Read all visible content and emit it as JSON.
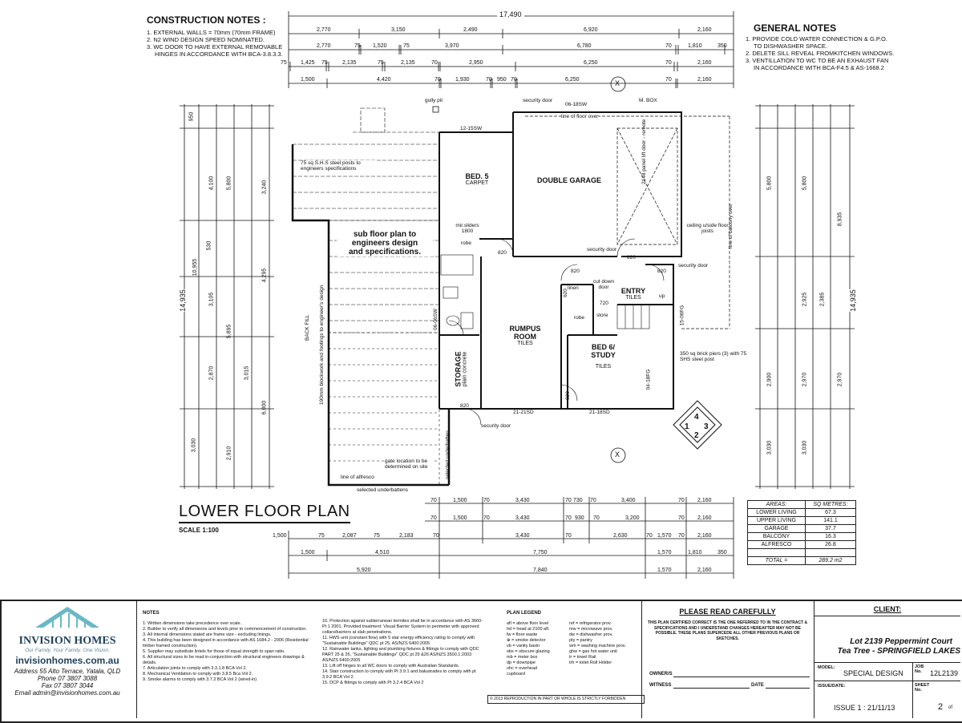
{
  "construction_notes": {
    "title": "CONSTRUCTION NOTES :",
    "items": [
      "1. EXTERNAL WALLS = 70mm (70mm FRAME)",
      "2. N2 WIND DESIGN SPEED NOMINATED.",
      "3. WC DOOR TO HAVE EXTERNAL REMOVABLE",
      "HINGES IN ACCORDANCE WITH BCA-3.8.3.3."
    ]
  },
  "general_notes": {
    "title": "GENERAL NOTES",
    "items": [
      "1. PROVIDE COLD WATER CONNECTION & G.P.O.",
      "TO DISHWASHER SPACE.",
      "2. DELETE SILL REVEAL FROMKITCHEN WINDOWS.",
      "3. VENTILLATION TO WC TO BE AN EXHAUST FAN",
      "IN ACCORDANCE WITH BCA-F4.5 & AS-1668.2"
    ]
  },
  "top_dims": {
    "overall": "17,490",
    "row1": [
      "2,770",
      "3,150",
      "2,490",
      "6,920",
      "2,160"
    ],
    "row2": [
      "2,770",
      "75",
      "1,520",
      "75",
      "3,970",
      "6,780",
      "70",
      "1,810",
      "350"
    ],
    "row3": [
      "75",
      "1,425",
      "75",
      "2,135",
      "75",
      "2,135",
      "70",
      "2,950",
      "6,250",
      "70",
      "2,160"
    ],
    "row4": [
      "1,500",
      "4,420",
      "70",
      "1,930",
      "70",
      "950",
      "70",
      "6,250",
      "70",
      "2,160"
    ]
  },
  "side_dims": {
    "overall": "14,935",
    "left_a": [
      "950",
      "4,100",
      "10,955",
      "3,105",
      "5,895",
      "2,870",
      "3,030"
    ],
    "left_b": [
      "5,800",
      "3,240",
      "4,295",
      "3,015",
      "6,000",
      "2,910",
      "530"
    ],
    "right_a": [
      "5,800",
      "2,925",
      "2,970",
      "3,030",
      "8,935"
    ],
    "right_b": [
      "5,800",
      "2,385",
      "2,900",
      "3,030",
      "2,970"
    ]
  },
  "rooms": {
    "bed5": {
      "name": "BED. 5",
      "finish": "CARPET"
    },
    "garage": {
      "name": "DOUBLE GARAGE"
    },
    "rumpus": {
      "name": "RUMPUS",
      "name2": "ROOM",
      "finish": "TILES"
    },
    "bed6": {
      "name": "BED 6/",
      "name2": "STUDY",
      "finish": "TILES"
    },
    "entry": {
      "name": "ENTRY",
      "finish": "TILES"
    },
    "storage": {
      "name": "STORAGE",
      "finish": "plain concrete"
    },
    "subfloor": [
      "sub floor plan to",
      "engineers design",
      "and specifications."
    ]
  },
  "labels": {
    "gully_pit": "gully pit",
    "security_door": "security door",
    "m_box": "M. BOX",
    "window_06_18sw": "06-18SW",
    "window_12_15sw": "12-15SW",
    "line_floor_over": "line of floor over",
    "steel_posts": "75 sq S.H.S steel posts to engineers specifications",
    "mir_sliders": "mir.sliders 1800",
    "robe": "robe",
    "d820": "820",
    "d720": "720",
    "d620": "620",
    "cut_down_door": "cut down door",
    "linen": "linen",
    "store": "store",
    "up": "up",
    "panel_lift": "2148 panel lift door - remote",
    "ceiling_floor_joists": "ceiling u/side floor joists",
    "line_balcony": "line of balcony over",
    "brick_piers": "350 sq brick piers (3) with 75 SHS steel post",
    "back_fill": "BACK FILL",
    "blockwork": "190mm blockwork and footings to engineer's design",
    "gate": "gate location to be determined on site",
    "line_alfresco": "line of alfresco",
    "selected_underbatten": "selected underbatten",
    "selected_underbattens": "selected underbattens",
    "w21_21sd": "21-21SD",
    "w21_18sd": "21-18SD",
    "w04_18fg": "04-18FG",
    "w15_06fg": "15-06FG",
    "w06_06sw": "06-06SW",
    "compass": [
      "4",
      "1",
      "3",
      "2"
    ],
    "x_mark": "X"
  },
  "plan_title": {
    "title": "LOWER FLOOR PLAN",
    "scale": "SCALE 1:100"
  },
  "bottom_dims": {
    "row1": [
      "70",
      "1,500",
      "70",
      "3,430",
      "70",
      "730",
      "70",
      "3,400",
      "70",
      "2,160"
    ],
    "row2": [
      "70",
      "1,500",
      "70",
      "3,430",
      "70",
      "930",
      "70",
      "3,200",
      "70",
      "2,160"
    ],
    "row3": [
      "1,500",
      "75",
      "2,087",
      "75",
      "2,183",
      "70",
      "3,430",
      "70",
      "2,630",
      "70",
      "1,570",
      "70",
      "2,160"
    ],
    "row4": [
      "1,500",
      "4,510",
      "7,750",
      "1,570",
      "1,810",
      "350"
    ],
    "row5": [
      "5,920",
      "7,840",
      "1,570",
      "2,160"
    ]
  },
  "areas": {
    "header": [
      "AREAS:",
      "SQ METRES:"
    ],
    "rows": [
      [
        "LOWER LIVING",
        "67.3"
      ],
      [
        "UPPER LIVING",
        "141.1"
      ],
      [
        "GARAGE",
        "37.7"
      ],
      [
        "BALCONY",
        "16.3"
      ],
      [
        "ALFRESCO",
        "26.8"
      ]
    ],
    "total": [
      "TOTAL =",
      "289.2 m2"
    ]
  },
  "company": {
    "name": "INVISION HOMES",
    "tagline": "Our Family. Your Family. One Vision.",
    "web": "invisionhomes.com.au",
    "address": "Address 55 Alto Terrace, Yatala, QLD",
    "phone": "Phone 07 3807 3088",
    "fax": "Fax 07 3807 3044",
    "email": "Email admin@invisionhomes.com.au"
  },
  "notes_block": {
    "title": "NOTES",
    "col1": [
      "1. Written dimensions take precedence over scale.",
      "2. Builder to verify all dimensions and levels prior to commencement of construction.",
      "3. All internal dimensions stated are frame size - excluding linings.",
      "4. This building has been designed in accordance with AS 1684.2 - 2006 (Residential timber framed construction).",
      "5. Supplier may substitute lintels for those of equal strength to span ratio.",
      "6. All structural sizes to be read in-conjunction with structural engineers drawings & details.",
      "7. Articulation joints to comply with 3.3.1.8 BCA Vol 2.",
      "8. Mechanical Ventilation to comply with 3.8.5 Bca Vol 2.",
      "9. Smoke alarms to comply with 3.7.2 BCA Vol 2 (wired-in)"
    ],
    "col2": [
      "10. Protection against subterranean termites shall be in accordance with AS 3660-Pt 1 2001. Provided treatment: Visual Barrier System to perimeter with approved collars/barriers at slab penetrations.",
      "11. HWS unit (constant flow) with 5 star energy efficiency rating to comply with \"Sustainable Buildings\" QDC pt 25, AS/NZS 6400:2005",
      "12. Rainwater tanks, lighting and plumbing fixtures & fittings to comply with QDC PART 25 & 26, \"Sustainable Buildings\" QDC pt 29 &26 AS/NZS 3500.1:2003 AS/NZS 6400:2005",
      "13. Lift off hinges to all WC doors to comply with Australian Standards.",
      "14. Stair construction to comply with Pt 3.9.1 and balustrades to comply with pt 3.9.2 BCA Vol 2.",
      "15. DCP & fittings to comply with Pt 3.2.4 BCA Vol 2"
    ]
  },
  "legend": {
    "title": "PLAN LEGEND",
    "col1": [
      "afl = above floor level",
      "hd = head at 2100 afl.",
      "fw = floor waste",
      "= smoke detector",
      "vb = vanity basin",
      "obs = obscure glazing",
      "mb = meter box",
      "dp = downpipe",
      "ohc = overhead cupboard"
    ],
    "col2": [
      "ref = refrigerator prov.",
      "mw = microwave prov.",
      "dw = dishwasher prov.",
      "pty = pantry",
      "wm = washing machine prov.",
      "ghw = gas hot water unit",
      "tr = towel Rail",
      "trh = toilet Roll Holder"
    ],
    "copyright": "2013 REPRODUCTION IN PART OR WHOLE IS STRICTLY FORBIDDEN"
  },
  "please_read": {
    "title": "PLEASE READ CAREFULLY",
    "body": "THIS PLAN CERTIFIED CORRECT IS THE ONE REFERRED TO IN THE CONTRACT & SPECIFICATIONS AND I UNDERSTAND CHANGES HEREAFTER MAY NOT BE POSSIBLE. THESE PLANS SUPERCEDE ALL OTHER PREVIOUS PLANS OR SKETCHES.",
    "owner": "OWNER/S",
    "witness": "WITNESS",
    "date": "DATE"
  },
  "client": {
    "title": "CLIENT:",
    "line1": "Lot 2139 Peppermint Court",
    "line2": "Tea Tree - SPRINGFIELD LAKES",
    "model_label": "MODEL:",
    "model": "SPECIAL DESIGN",
    "job_label": "JOB No.",
    "job": "12L2139",
    "issue_label": "ISSUE/DATE:",
    "issue": "ISSUE 1 : 21/11/13",
    "sheet_label": "SHEET No.",
    "sheet": "2",
    "sheet_of": "of"
  }
}
